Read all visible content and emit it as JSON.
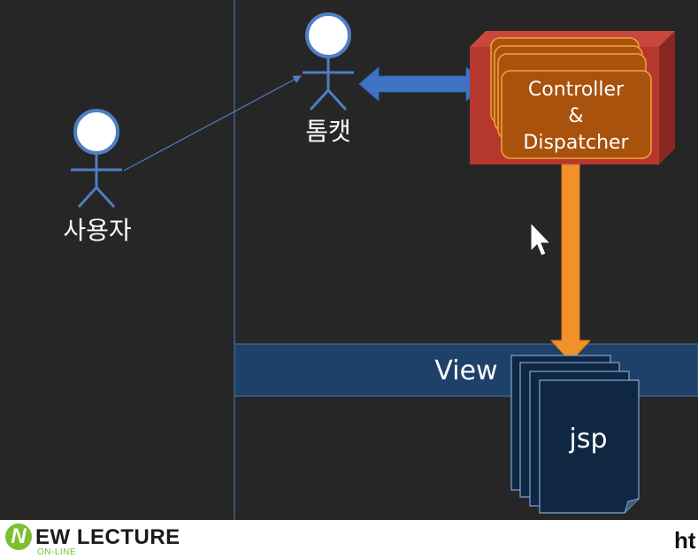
{
  "diagram": {
    "actors": {
      "user": {
        "label": "사용자"
      },
      "tomcat": {
        "label": "톰캣"
      }
    },
    "controller": {
      "line1": "Controller",
      "line2": "&",
      "line3": "Dispatcher"
    },
    "view_band": {
      "label": "View"
    },
    "jsp_stack": {
      "label": "jsp"
    }
  },
  "footer": {
    "logo_letter": "N",
    "logo_text": "EW LECTURE",
    "logo_subtext": "ON-LINE",
    "right_text": "ht"
  },
  "colors": {
    "background": "#262626",
    "actor_stroke": "#4f7ec2",
    "arrow_blue": "#3f74c4",
    "arrow_orange": "#f2902a",
    "controller_box": "#b5382f",
    "controller_cards": "#a8520d",
    "view_band": "#1e416a",
    "jsp_page": "#0f2742"
  }
}
